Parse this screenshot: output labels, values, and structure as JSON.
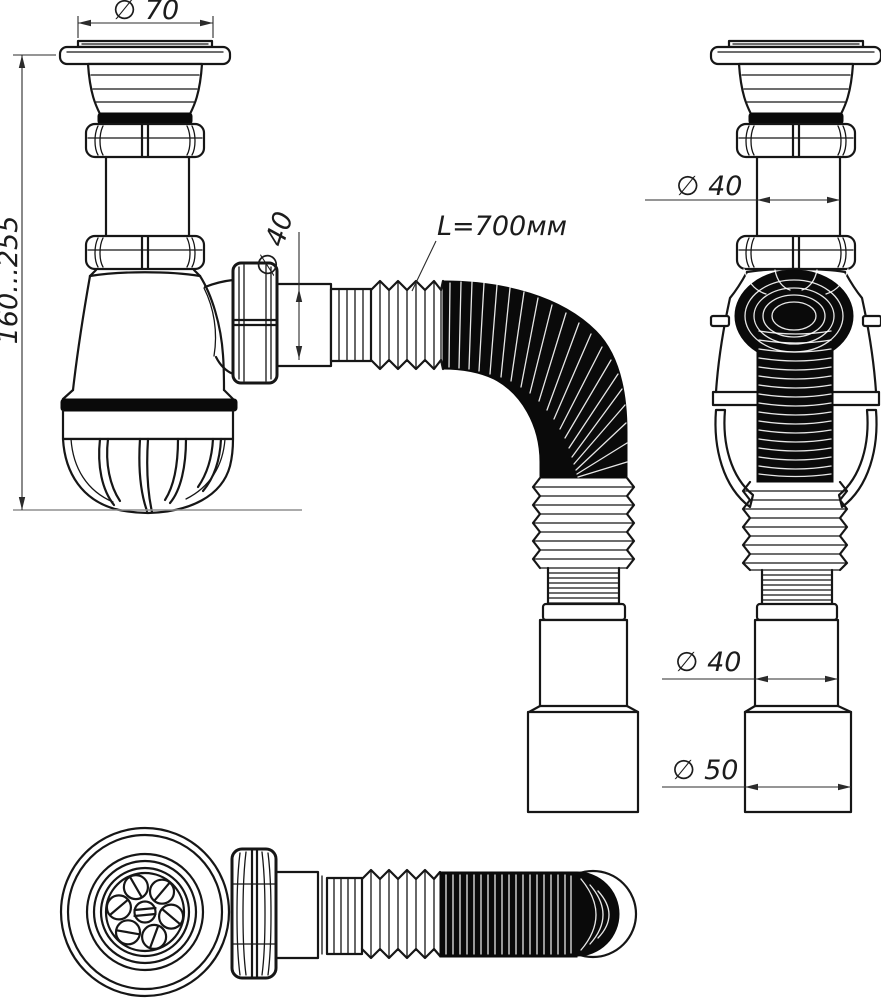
{
  "colors": {
    "background": "#ffffff",
    "line": "#161616",
    "hose_fill": "#0a0a0a",
    "extension_line_gray": "#8f8f8f"
  },
  "labels": {
    "flange_diameter": "∅ 70",
    "height_range": "160...255",
    "inlet_diameter": "∅ 40",
    "hose_length": "L=700мм",
    "side_pipe_diameter": "∅ 40",
    "outlet_diameter_40": "∅ 40",
    "outlet_diameter_50": "∅ 50"
  }
}
